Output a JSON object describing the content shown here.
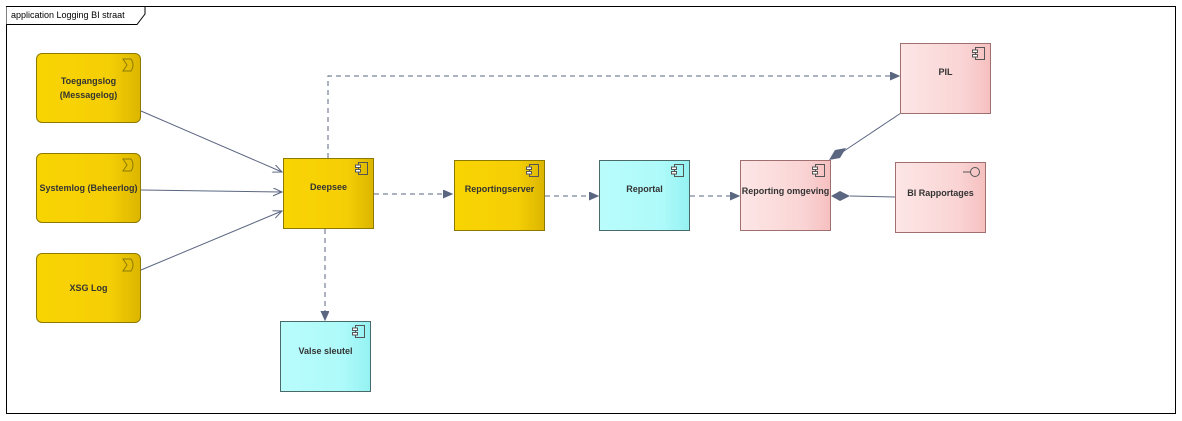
{
  "frame": {
    "title": "application Logging BI straat"
  },
  "nodes": {
    "toegangslog": {
      "line1": "Toegangslog",
      "line2": "(Messagelog)",
      "type": "application-event",
      "color": "#f9d403",
      "icon": "event-icon"
    },
    "systemlog": {
      "label": "Systemlog (Beheerlog)",
      "type": "application-event",
      "color": "#f9d403",
      "icon": "event-icon"
    },
    "xsglog": {
      "label": "XSG Log",
      "type": "application-event",
      "color": "#f9d403",
      "icon": "event-icon"
    },
    "deepsee": {
      "label": "Deepsee",
      "type": "application-component",
      "color": "#f9d403",
      "icon": "component-icon"
    },
    "reportingserver": {
      "label": "Reportingserver",
      "type": "application-component",
      "color": "#f9d403",
      "icon": "component-icon"
    },
    "reportal": {
      "label": "Reportal",
      "type": "application-component",
      "color": "#aefafa",
      "icon": "component-icon"
    },
    "reporting_omgeving": {
      "label": "Reporting omgeving",
      "type": "application-component",
      "color": "#fad4d4",
      "icon": "component-icon"
    },
    "pil": {
      "label": "PIL",
      "type": "application-component",
      "color": "#fad4d4",
      "icon": "component-icon"
    },
    "bi_rapportages": {
      "label": "BI Rapportages",
      "type": "application-interface",
      "color": "#fad4d4",
      "icon": "interface-icon"
    },
    "valse_sleutel": {
      "label": "Valse sleutel",
      "type": "application-component",
      "color": "#aefafa",
      "icon": "component-icon"
    }
  },
  "relations": [
    {
      "from": "toegangslog",
      "to": "deepsee",
      "type": "triggering"
    },
    {
      "from": "systemlog",
      "to": "deepsee",
      "type": "triggering"
    },
    {
      "from": "xsglog",
      "to": "deepsee",
      "type": "triggering"
    },
    {
      "from": "deepsee",
      "to": "reportingserver",
      "type": "flow"
    },
    {
      "from": "reportingserver",
      "to": "reportal",
      "type": "flow"
    },
    {
      "from": "reportal",
      "to": "reporting_omgeving",
      "type": "flow"
    },
    {
      "from": "deepsee",
      "to": "pil",
      "type": "flow"
    },
    {
      "from": "deepsee",
      "to": "valse_sleutel",
      "type": "flow"
    },
    {
      "from": "pil",
      "to": "reporting_omgeving",
      "type": "composition"
    },
    {
      "from": "bi_rapportages",
      "to": "reporting_omgeving",
      "type": "composition"
    }
  ],
  "colors": {
    "line": "#5b6680",
    "border": "#000000"
  }
}
